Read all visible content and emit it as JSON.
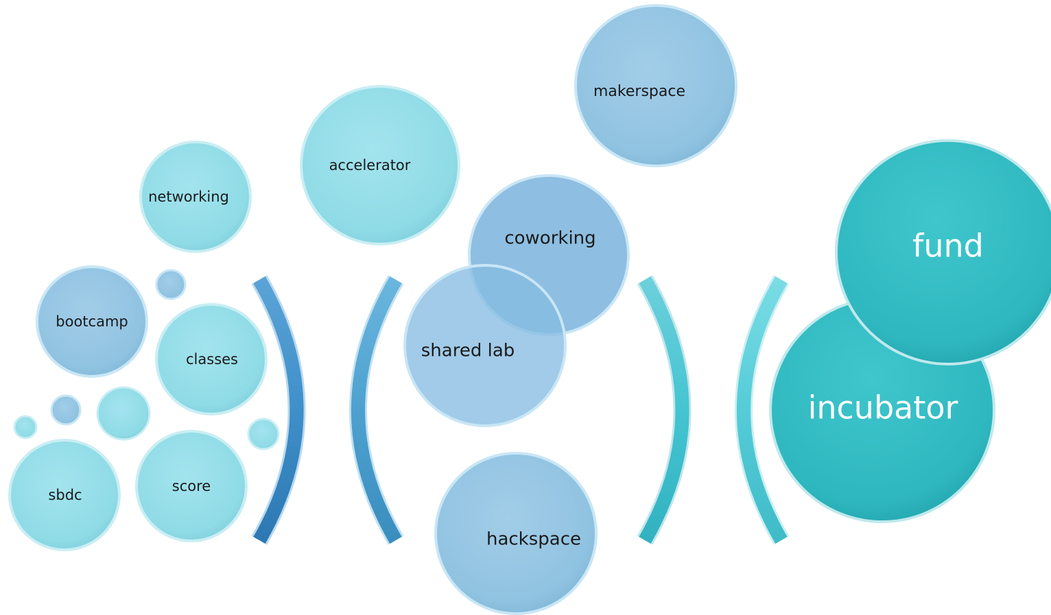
{
  "colors": {
    "light_cyan": "#8fdbe6",
    "light_blue": "#90c3e1",
    "teal": "#2fb7bf",
    "arc_blue": "#3f8fc9",
    "arc_cyan": "#45c4d2",
    "label_dark": "#1a1a1a",
    "label_light": "#ffffff"
  },
  "bubbles": {
    "networking": "networking",
    "bootcamp": "bootcamp",
    "classes": "classes",
    "sbdc": "sbdc",
    "score": "score",
    "accelerator": "accelerator",
    "makerspace": "makerspace",
    "coworking": "coworking",
    "shared_lab": "shared lab",
    "hackspace": "hackspace",
    "fund": "fund",
    "incubator": "incubator"
  }
}
